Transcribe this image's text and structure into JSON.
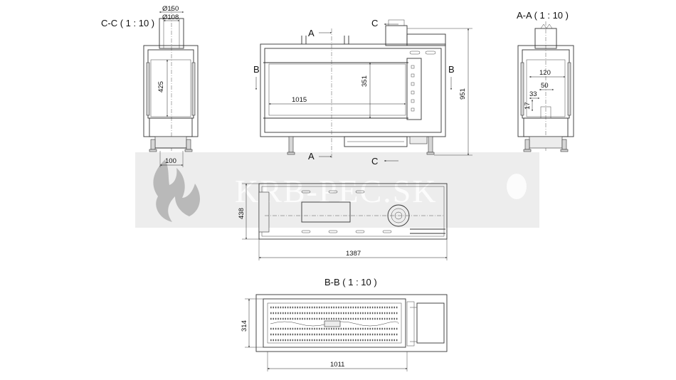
{
  "views": {
    "cc": {
      "title": "C-C ( 1 : 10 )",
      "d150": "Ø150",
      "d108": "Ø108",
      "h425": "425",
      "w100": "100"
    },
    "front": {
      "cutA": "A",
      "cutB": "B",
      "cutC": "C",
      "h351": "351",
      "w1015": "1015",
      "h951": "951"
    },
    "aa": {
      "title": "A-A ( 1 : 10 )",
      "d120": "120",
      "d50": "50",
      "d33": "33",
      "d17": "17"
    },
    "top": {
      "h438": "438",
      "w1387": "1387"
    },
    "bb": {
      "title": "B-B ( 1 : 10 )",
      "h314": "314",
      "w1011": "1011"
    }
  },
  "watermark": {
    "text": "KRB-PEC.SK"
  },
  "colors": {
    "line": "#333333",
    "band": "#e9e9e9",
    "flame": "#b9b9b9"
  }
}
